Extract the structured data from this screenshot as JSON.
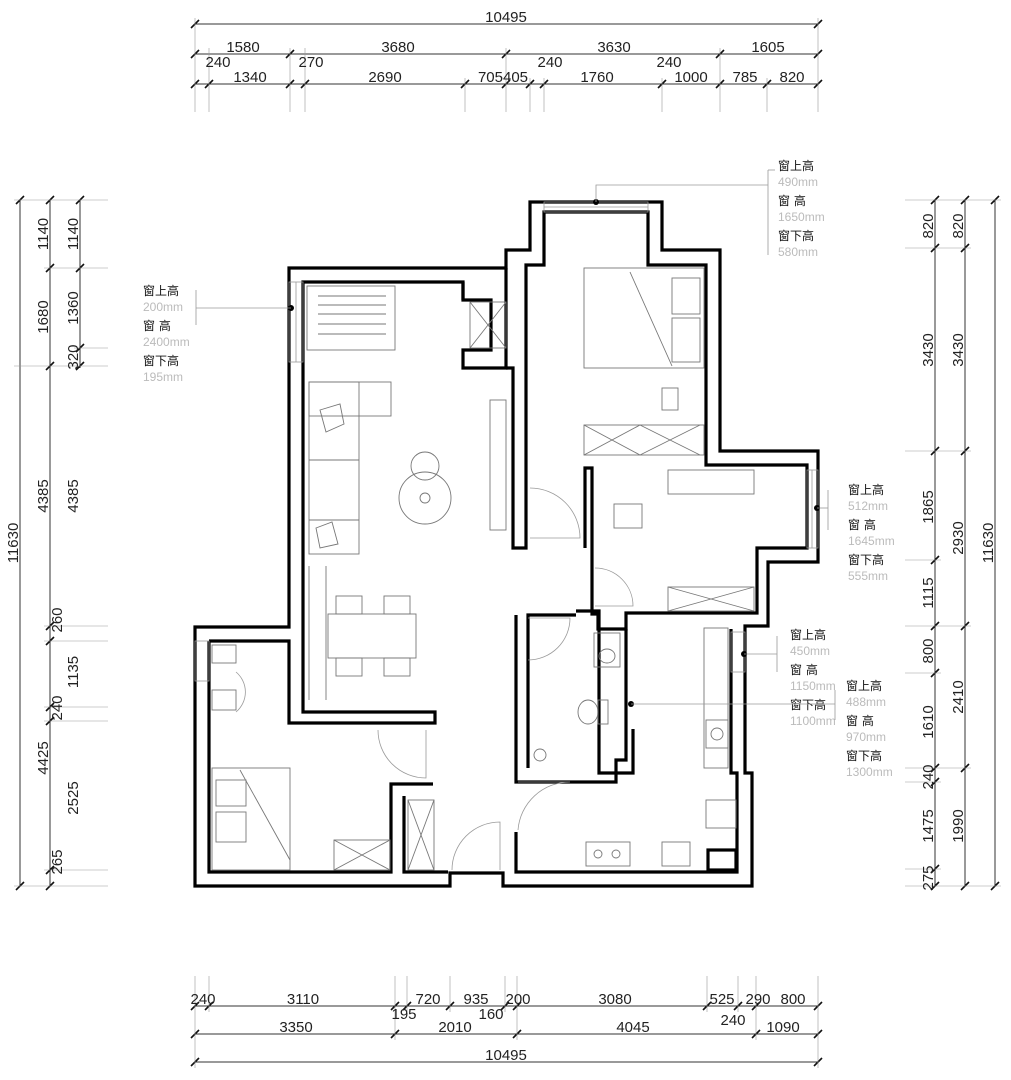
{
  "dims": {
    "top_total": "10495",
    "top_row1": [
      "1580",
      "3680",
      "3630",
      "1605"
    ],
    "top_row2": [
      "240",
      "270",
      "240",
      "240"
    ],
    "top_row3": [
      "1340",
      "2690",
      "705405",
      "1760",
      "1000",
      "785",
      "820"
    ],
    "bottom_row1": [
      "240",
      "3110",
      "720",
      "935",
      "200",
      "3080",
      "525",
      "290",
      "800"
    ],
    "bottom_row2": [
      "195",
      "160",
      "240"
    ],
    "bottom_row3": [
      "3350",
      "2010",
      "4045",
      "1090"
    ],
    "bottom_total": "10495",
    "left_outer": [
      "11630",
      "1140",
      "1680",
      "4385",
      "260",
      "1135",
      "240",
      "4425",
      "2525",
      "265"
    ],
    "left_inner": [
      "1140",
      "1360",
      "320",
      "4385"
    ],
    "right_inner": [
      "820",
      "3430",
      "1865",
      "1115",
      "800",
      "1610",
      "240",
      "1475",
      "275"
    ],
    "right_outer": [
      "820",
      "3430",
      "2930",
      "2410",
      "1990",
      "11630"
    ]
  },
  "window_notes": [
    {
      "label_top": "窗上高",
      "val_top": "490mm",
      "label_mid": "窗 高",
      "val_mid": "1650mm",
      "label_bot": "窗下高",
      "val_bot": "580mm"
    },
    {
      "label_top": "窗上高",
      "val_top": "200mm",
      "label_mid": "窗 高",
      "val_mid": "2400mm",
      "label_bot": "窗下高",
      "val_bot": "195mm"
    },
    {
      "label_top": "窗上高",
      "val_top": "512mm",
      "label_mid": "窗 高",
      "val_mid": "1645mm",
      "label_bot": "窗下高",
      "val_bot": "555mm"
    },
    {
      "label_top": "窗上高",
      "val_top": "450mm",
      "label_mid": "窗 高",
      "val_mid": "1150mm",
      "label_bot": "窗下高",
      "val_bot": "1100mm"
    },
    {
      "label_top": "窗上高",
      "val_top": "488mm",
      "label_mid": "窗 高",
      "val_mid": "970mm",
      "label_bot": "窗下高",
      "val_bot": "1300mm"
    }
  ]
}
